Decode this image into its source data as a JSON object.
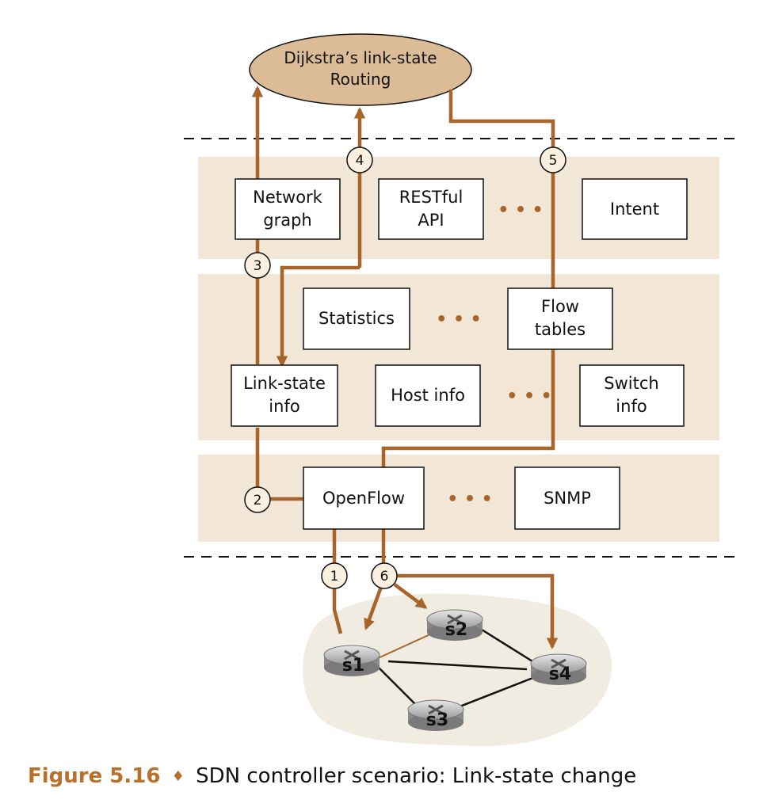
{
  "routing": {
    "line1": "Dijkstra’s link-state",
    "line2": "Routing"
  },
  "northbound": {
    "network_graph": [
      "Network",
      "graph"
    ],
    "restful_api": [
      "RESTful",
      "API"
    ],
    "ellipsis": "• • •",
    "intent": "Intent"
  },
  "state": {
    "statistics": "Statistics",
    "ellipsis_top": "• • •",
    "flow_tables": [
      "Flow",
      "tables"
    ],
    "link_state_info": [
      "Link-state",
      "info"
    ],
    "host_info": "Host info",
    "ellipsis_bottom": "• • •",
    "switch_info": [
      "Switch",
      "info"
    ]
  },
  "southbound": {
    "openflow": "OpenFlow",
    "ellipsis": "• • •",
    "snmp": "SNMP"
  },
  "steps": [
    "1",
    "2",
    "3",
    "4",
    "5",
    "6"
  ],
  "switches": [
    "s1",
    "s2",
    "s3",
    "s4"
  ],
  "caption": {
    "figure": "Figure 5.16",
    "separator": "♦",
    "text": "SDN controller scenario: Link-state change"
  },
  "colors": {
    "arrow": "#a8652a",
    "band": "#f2e6d6",
    "oval": "#dcbc96",
    "network_cloud": "#f0ece2",
    "badge_fill": "#fbefe0",
    "caption_accent": "#b9702a"
  }
}
